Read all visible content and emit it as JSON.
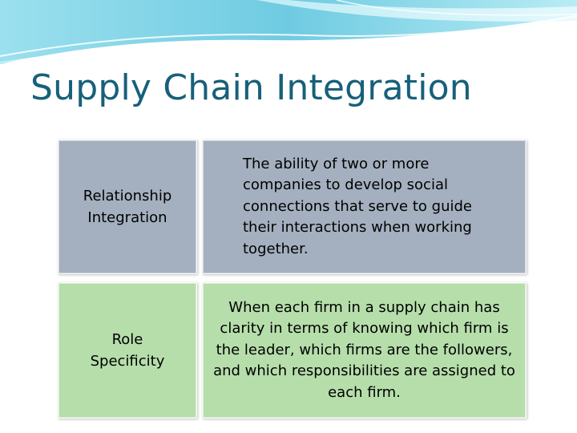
{
  "slide": {
    "title": "Supply Chain Integration",
    "rows": [
      {
        "label": "Relationship\n Integration",
        "description": "The ability of two or more companies to develop social connections that serve to guide their interactions when working together.",
        "color": "#a4b0bf"
      },
      {
        "label": "Role\n Specificity",
        "description": "When each firm in a supply chain has clarity in terms of knowing which firm is the leader, which firms are the followers, and which responsibilities are assigned to each firm.",
        "color": "#b6deab"
      }
    ]
  },
  "theme": {
    "title_color": "#17607a",
    "wave_color": "#7fd3e6"
  }
}
